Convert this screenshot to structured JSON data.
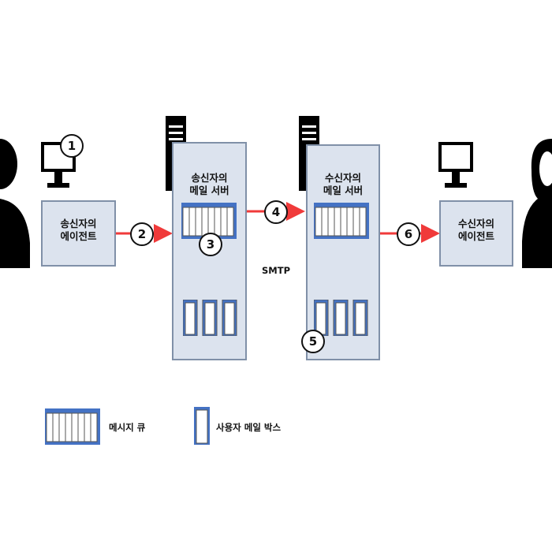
{
  "colors": {
    "box_fill": "#dce3ee",
    "box_border": "#8090a8",
    "arrow": "#f03a3a",
    "queue_blue": "#4472c4",
    "person": "#000000"
  },
  "diagram": {
    "sender_agent": {
      "label": "송신자의\n에이전트",
      "icon": "monitor-icon"
    },
    "sender_server": {
      "label": "송신자의\n메일 서버",
      "icon": "server-tower-icon"
    },
    "receiver_server": {
      "label": "수신자의\n메일 서버",
      "icon": "server-tower-icon"
    },
    "receiver_agent": {
      "label": "수신자의\n에이전트",
      "icon": "monitor-icon"
    },
    "sender_person_icon": "person-icon",
    "receiver_person_icon": "person-female-icon",
    "protocol_label": "SMTP",
    "steps": [
      "1",
      "2",
      "3",
      "4",
      "5",
      "6"
    ]
  },
  "legend": {
    "message_queue": "메시지 큐",
    "user_mailbox": "사용자 메일 박스"
  }
}
